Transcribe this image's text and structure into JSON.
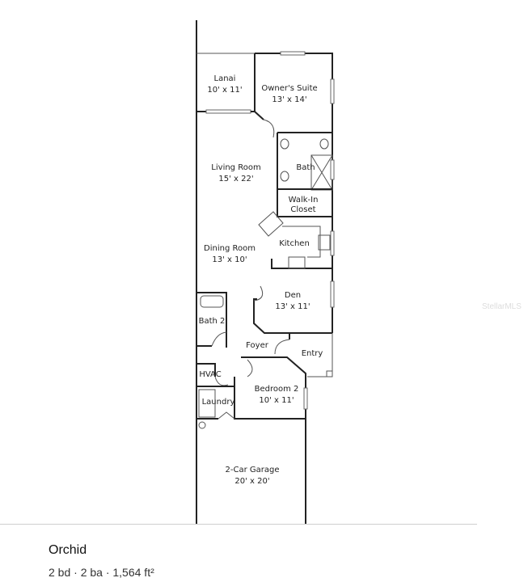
{
  "floorplan": {
    "rooms": [
      {
        "name": "Lanai",
        "size": "10' x 11'"
      },
      {
        "name": "Owner's Suite",
        "size": "13' x 14'"
      },
      {
        "name": "Living Room",
        "size": "15' x 22'"
      },
      {
        "name": "Bath",
        "size": ""
      },
      {
        "name": "Walk-In",
        "size": "Closet"
      },
      {
        "name": "Kitchen",
        "size": ""
      },
      {
        "name": "Dining Room",
        "size": "13' x 10'"
      },
      {
        "name": "Den",
        "size": "13' x 11'"
      },
      {
        "name": "Bath 2",
        "size": ""
      },
      {
        "name": "Foyer",
        "size": ""
      },
      {
        "name": "Entry",
        "size": ""
      },
      {
        "name": "HVAC",
        "size": ""
      },
      {
        "name": "Bedroom 2",
        "size": "10' x 11'"
      },
      {
        "name": "Laundry",
        "size": ""
      },
      {
        "name": "2-Car Garage",
        "size": "20' x 20'"
      }
    ]
  },
  "listing": {
    "title": "Orchid",
    "meta": "2 bd · 2 ba · 1,564 ft²"
  },
  "watermark": "StellarMLS"
}
